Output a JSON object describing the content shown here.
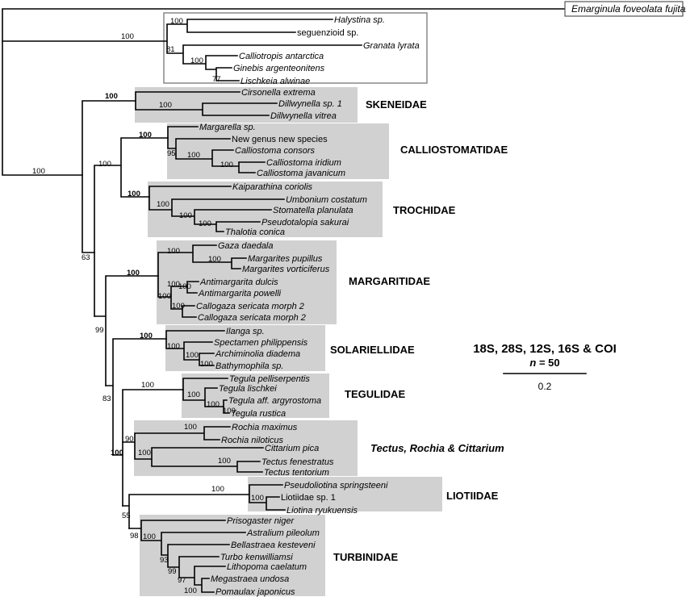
{
  "outgroup": "Emarginula foveolata fujitai",
  "taxa": {
    "halystina": "Halystina sp.",
    "seguenzioid": "seguenzioid sp.",
    "granata": "Granata lyrata",
    "calliotropis": "Calliotropis antarctica",
    "ginebis": "Ginebis argenteonitens",
    "lischkeia": "Lischkeia alwinae",
    "cirsonella": "Cirsonella extrema",
    "dillwynella1": "Dillwynella sp. 1",
    "dillwynella_vitrea": "Dillwynella vitrea",
    "margarella": "Margarella sp.",
    "newgenus": "New genus new species",
    "consors": "Calliostoma consors",
    "iridium": "Calliostoma iridium",
    "javanicum": "Calliostoma javanicum",
    "kaiparathina": "Kaiparathina coriolis",
    "umbonium": "Umbonium costatum",
    "stomatella": "Stomatella planulata",
    "pseudotalopia": "Pseudotalopia sakurai",
    "thalotia": "Thalotia conica",
    "gaza": "Gaza daedala",
    "pupillus": "Margarites pupillus",
    "vorticiferus": "Margarites vorticiferus",
    "dulcis": "Antimargarita dulcis",
    "powelli": "Antimargarita powelli",
    "callogaza1": "Callogaza sericata morph 2",
    "callogaza2": "Callogaza sericata morph 2",
    "ilanga": "Ilanga sp.",
    "spectamen": "Spectamen philippensis",
    "archiminolia": "Archiminolia diadema",
    "bathymophila": "Bathymophila sp.",
    "pelliserpentis": "Tegula pelliserpentis",
    "lischkei": "Tegula lischkei",
    "argyrostoma": "Tegula aff. argyrostoma",
    "rustica": "Tegula rustica",
    "maximus": "Rochia maximus",
    "niloticus": "Rochia niloticus",
    "cittarium": "Cittarium pica",
    "fenestratus": "Tectus fenestratus",
    "tentorium": "Tectus tentorium",
    "pseudoliotina": "Pseudoliotina springsteeni",
    "liotiidae1": "Liotiidae sp. 1",
    "liotina": "Liotina ryukuensis",
    "prisogaster": "Prisogaster niger",
    "astralium": "Astralium pileolum",
    "bellastraea": "Bellastraea kesteveni",
    "turbo": "Turbo kenwilliamsi",
    "lithopoma": "Lithopoma caelatum",
    "megastraea": "Megastraea undosa",
    "pomaulax": "Pomaulax japonicus"
  },
  "families": {
    "skeneidae": "SKENEIDAE",
    "calliostomatidae": "CALLIOSTOMATIDAE",
    "trochidae": "TROCHIDAE",
    "margaritidae": "MARGARITIDAE",
    "solariellidae": "SOLARIELLIDAE",
    "tegulidae": "TEGULIDAE",
    "tectus": "Tectus, Rochia & Cittarium",
    "liotiidae": "LIOTIIDAE",
    "turbinidae": "TURBINIDAE"
  },
  "support": {
    "root": "100",
    "seg": "100",
    "hal": "100",
    "gran": "81",
    "cal": "100",
    "lis": "77",
    "ingroup": "63",
    "ske": "100",
    "dill": "100",
    "trcal": "100",
    "call": "100",
    "call95": "95",
    "cons": "100",
    "irid": "100",
    "troc": "100",
    "tr1": "100",
    "tr2": "100",
    "tr3": "100",
    "rest": "99",
    "marg": "100",
    "m1": "100",
    "m2": "100",
    "m3": "100",
    "m4": "100",
    "m5": "100",
    "m6": "100",
    "r83": "83",
    "sol": "100",
    "s1": "100",
    "s2": "100",
    "s3": "100",
    "r100": "100",
    "teg": "100",
    "t1": "100",
    "t2": "100",
    "t3": "100",
    "tectus90": "90",
    "ro": "100",
    "tc": "100",
    "tc2": "100",
    "r55": "55",
    "lio": "100",
    "lio2": "100",
    "turb": "98",
    "tu1": "100",
    "tu93": "93",
    "tu99": "99",
    "tu97": "97",
    "tu100": "100"
  },
  "legend": {
    "title": "18S, 28S, 12S, 16S & COI",
    "n_prefix": "n",
    "n_suffix": " = 50",
    "scale": "0.2"
  }
}
